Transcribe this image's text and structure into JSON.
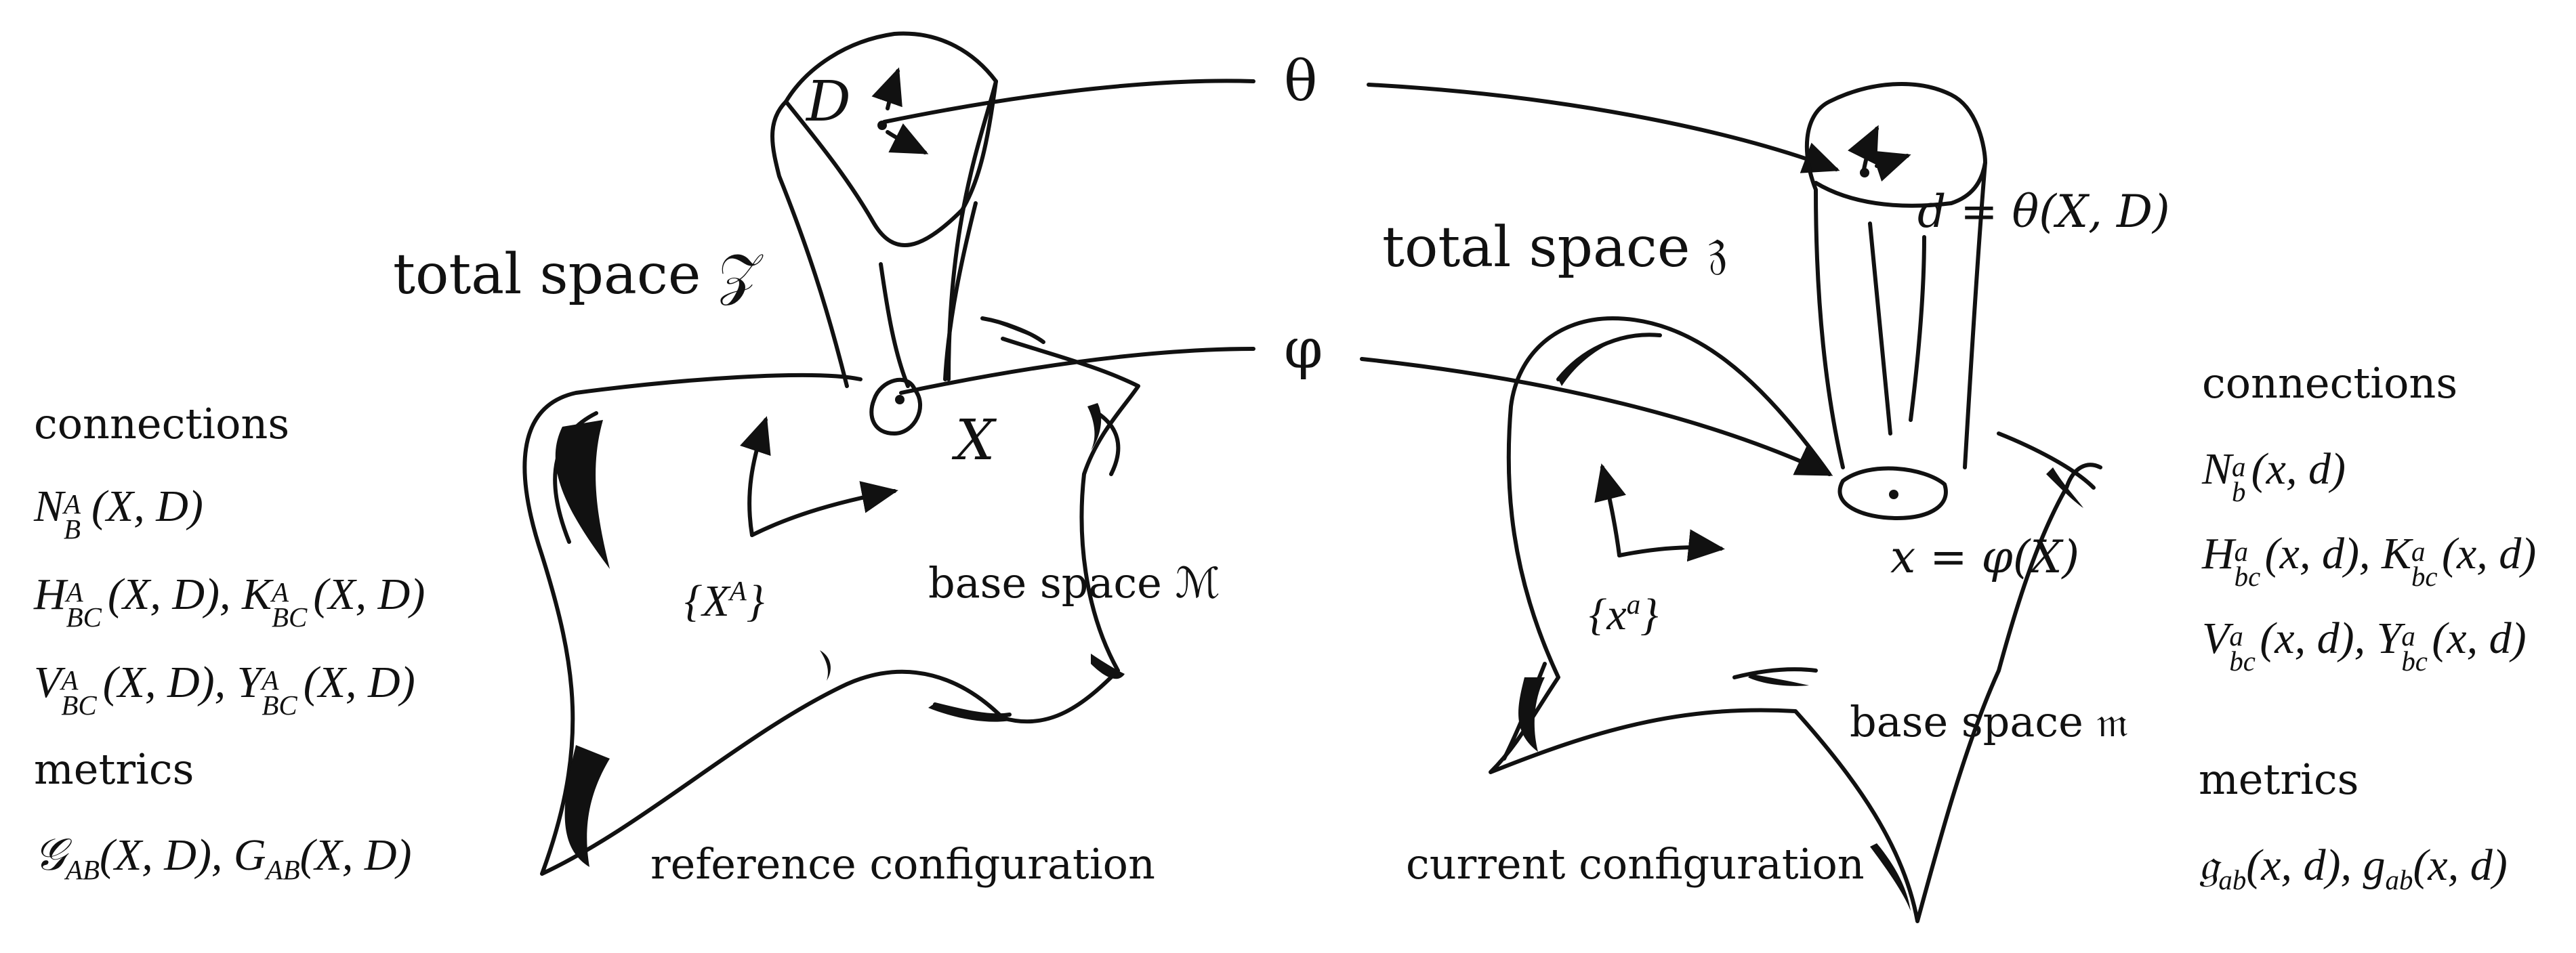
{
  "diagram": {
    "symbols": {
      "theta": "θ",
      "phi": "φ",
      "D": "D",
      "X": "X",
      "d_eq": "d = θ(X, D)",
      "x_eq": "x = φ(X)"
    },
    "left": {
      "total_space": "total space 𝒵",
      "base_space": "base space ℳ",
      "coords": "{X",
      "coords_sup": "A",
      "coords_close": "}",
      "caption": "reference configuration",
      "connections_heading": "connections",
      "metrics_heading": "metrics",
      "formulas": {
        "N": {
          "base": "N",
          "sup": "A",
          "sub": "B",
          "args": "(X, D)"
        },
        "HK": {
          "b1": "H",
          "sup1": "A",
          "sub1": "BC",
          "a1": "(X, D), ",
          "b2": "K",
          "sup2": "A",
          "sub2": "BC",
          "a2": "(X, D)"
        },
        "VY": {
          "b1": "V",
          "sup1": "A",
          "sub1": "BC",
          "a1": "(X, D), ",
          "b2": "Y",
          "sup2": "A",
          "sub2": "BC",
          "a2": "(X, D)"
        },
        "G": {
          "b1": "𝒢",
          "sub1": "AB",
          "a1": "(X, D), ",
          "b2": "G",
          "sub2": "AB",
          "a2": "(X, D)"
        }
      }
    },
    "right": {
      "total_space": "total space 𝔷",
      "base_space": "base space 𝔪",
      "coords": "{x",
      "coords_sup": "a",
      "coords_close": "}",
      "caption": "current configuration",
      "connections_heading": "connections",
      "metrics_heading": "metrics",
      "formulas": {
        "N": {
          "base": "N",
          "sup": "a",
          "sub": "b",
          "args": "(x, d)"
        },
        "HK": {
          "b1": "H",
          "sup1": "a",
          "sub1": "bc",
          "a1": "(x, d), ",
          "b2": "K",
          "sup2": "a",
          "sub2": "bc",
          "a2": "(x, d)"
        },
        "VY": {
          "b1": "V",
          "sup1": "a",
          "sub1": "bc",
          "a1": "(x, d), ",
          "b2": "Y",
          "sup2": "a",
          "sub2": "bc",
          "a2": "(x, d)"
        },
        "G": {
          "b1": "𝔤",
          "sub1": "ab",
          "a1": "(x, d), ",
          "b2": "g",
          "sub2": "ab",
          "a2": "(x, d)"
        }
      }
    },
    "colors": {
      "ink": "#111111",
      "background": "#ffffff"
    }
  }
}
